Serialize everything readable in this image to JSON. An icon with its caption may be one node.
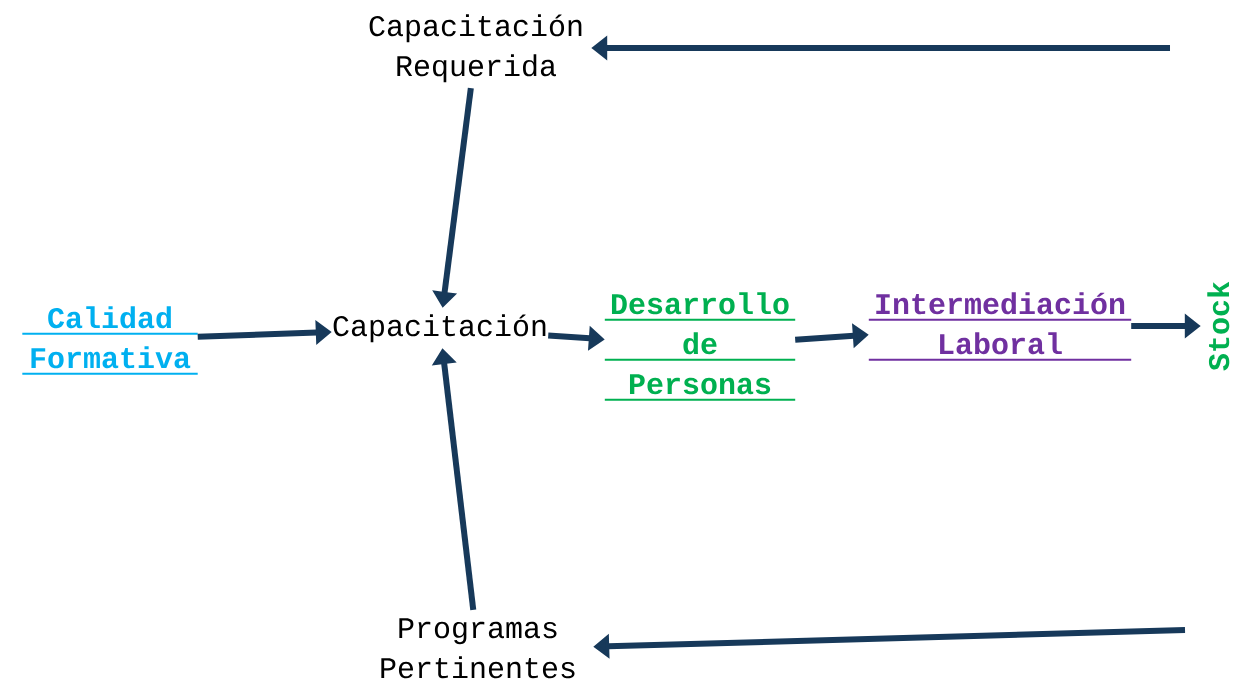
{
  "diagram": {
    "nodes": [
      {
        "text": [
          "Capacitación Requerida"
        ]
      },
      {
        "text": [
          "Calidad Formativa"
        ]
      },
      {
        "text": [
          "Capacitación"
        ]
      },
      {
        "text": [
          "Desarrollo de Personas"
        ]
      },
      {
        "text": [
          "Intermediación Laboral"
        ]
      },
      {
        "text": [
          "Stock"
        ]
      },
      {
        "text": [
          "Programas Pertinentes"
        ]
      }
    ],
    "edges": [
      {
        "from": null,
        "to": 0,
        "arrow": "to"
      },
      {
        "from": 0,
        "to": 2,
        "arrow": "to"
      },
      {
        "from": 1,
        "to": 2,
        "arrow": "to"
      },
      {
        "from": 2,
        "to": 3,
        "arrow": "to"
      },
      {
        "from": 3,
        "to": 4,
        "arrow": "to"
      },
      {
        "from": 4,
        "to": 5,
        "arrow": "to"
      },
      {
        "from": 6,
        "to": 2,
        "arrow": "to"
      },
      {
        "from": null,
        "to": 6,
        "arrow": "to"
      }
    ]
  }
}
